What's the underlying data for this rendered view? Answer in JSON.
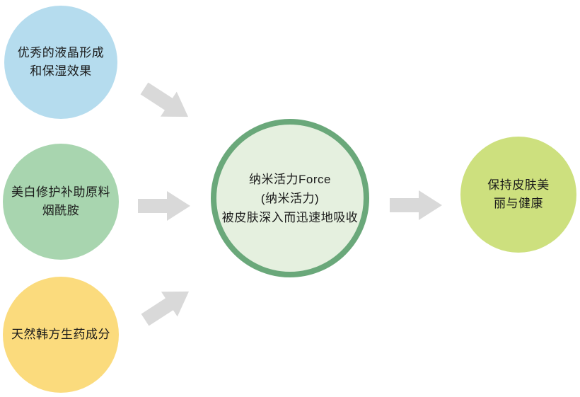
{
  "diagram": {
    "arrow_color": "#D9D9D9",
    "text_color": "#1a1a1a",
    "nodes": {
      "source1": {
        "lines": [
          "优秀的液晶形成",
          "和保湿效果"
        ],
        "color": "#B5DCEE"
      },
      "source2": {
        "lines": [
          "美白修护补助原料",
          "烟酰胺"
        ],
        "color": "#A8D5AF"
      },
      "source3": {
        "lines": [
          "天然韩方生药成分"
        ],
        "color": "#FBDB7D"
      },
      "center": {
        "lines": [
          "纳米活力Force",
          "(纳米活力)",
          "被皮肤深入而迅速地吸收"
        ],
        "fill": "#E5F0DF",
        "border": "#6AA87A"
      },
      "result": {
        "lines": [
          "保持皮肤美",
          "丽与健康"
        ],
        "color": "#CDE07E"
      }
    },
    "arrows": [
      {
        "name": "arrow-top",
        "direction": "down-right",
        "from": "source1",
        "to": "center"
      },
      {
        "name": "arrow-middle",
        "direction": "right",
        "from": "source2",
        "to": "center"
      },
      {
        "name": "arrow-bottom",
        "direction": "up-right",
        "from": "source3",
        "to": "center"
      },
      {
        "name": "arrow-right",
        "direction": "right",
        "from": "center",
        "to": "result"
      }
    ]
  }
}
